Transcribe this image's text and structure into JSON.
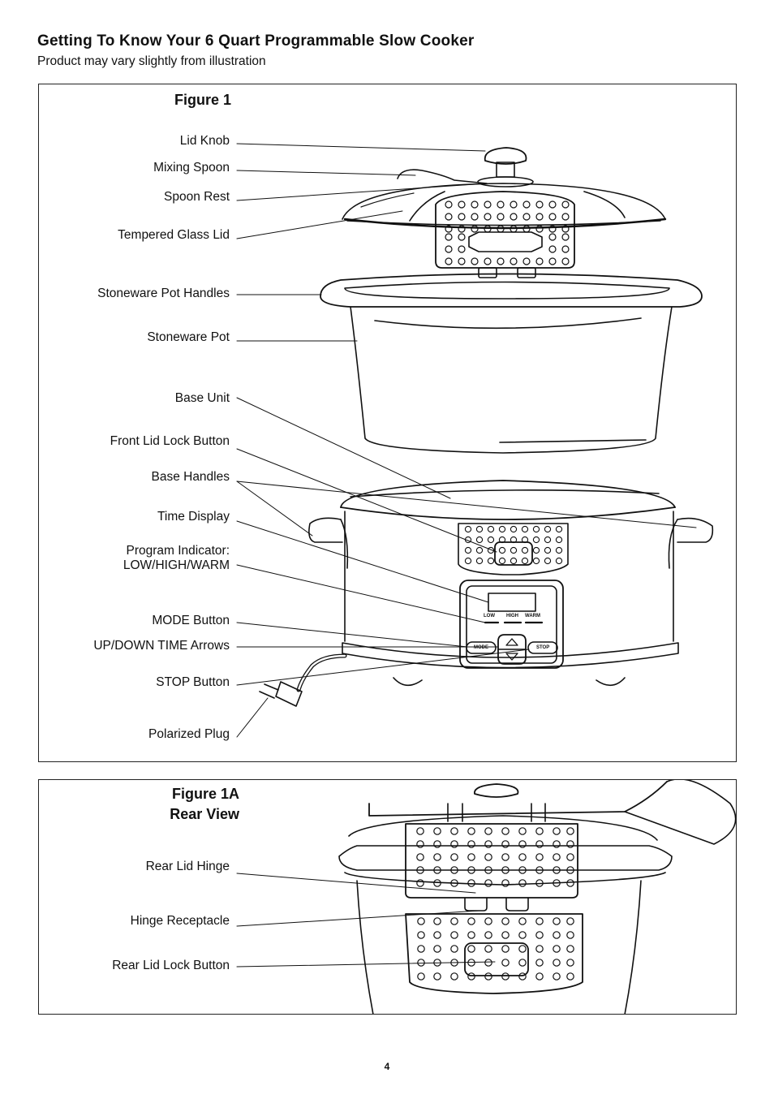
{
  "header": {
    "title": "Getting To Know Your 6 Quart Programmable Slow Cooker",
    "subtitle": "Product may vary slightly from illustration"
  },
  "figure1": {
    "title": "Figure 1",
    "labels": [
      "Lid Knob",
      "Mixing Spoon",
      "Spoon Rest",
      "Tempered Glass Lid",
      "Stoneware Pot Handles",
      "Stoneware Pot",
      "Base Unit",
      "Front Lid Lock Button",
      "Base Handles",
      "Time Display",
      "Program Indicator:",
      "LOW/HIGH/WARM",
      "MODE Button",
      "UP/DOWN TIME Arrows",
      "STOP Button",
      "Polarized Plug"
    ],
    "control_panel": {
      "low": "LOW",
      "high": "HIGH",
      "warm": "WARM",
      "mode": "MODE",
      "stop": "STOP"
    }
  },
  "figure1a": {
    "title_line1": "Figure 1A",
    "title_line2": "Rear View",
    "labels": [
      "Rear Lid Hinge",
      "Hinge Receptacle",
      "Rear Lid Lock Button"
    ]
  },
  "page_number": "4"
}
